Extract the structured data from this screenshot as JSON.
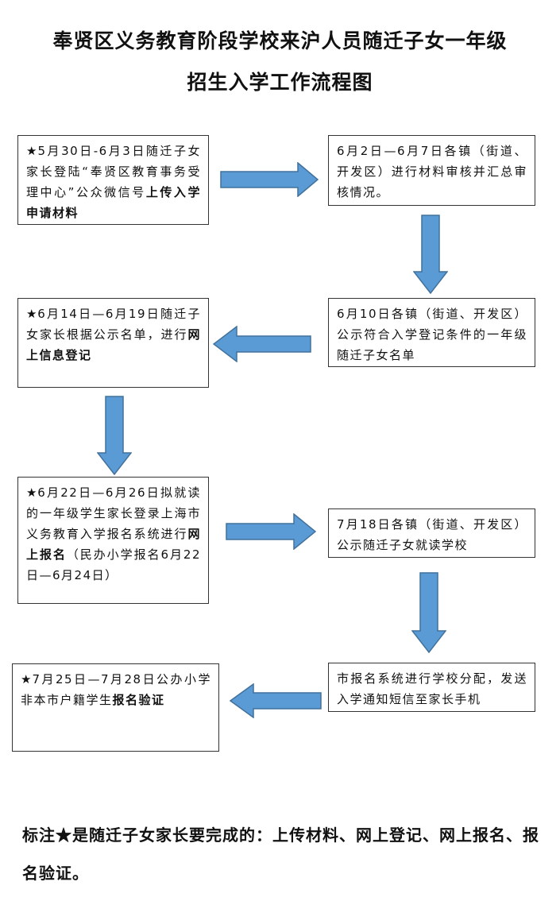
{
  "title": {
    "line1": "奉贤区义务教育阶段学校来沪人员随迁子女一年级",
    "line2": "招生入学工作流程图"
  },
  "steps": {
    "upload": {
      "star": "★",
      "text": "5月30日-6月3日随迁子女家长登陆“奉贤区教育事务受理中心”公众微信号",
      "bold": "上传入学申请材料"
    },
    "review": {
      "text": "6月2日—6月7日各镇（街道、开发区）进行材料审核并汇总审核情况。"
    },
    "publish": {
      "text": "6月10日各镇（街道、开发区）公示符合入学登记条件的一年级随迁子女名单"
    },
    "register": {
      "star": "★",
      "text": "6月14日—6月19日随迁子女家长根据公示名单，进行",
      "bold": "网上信息登记"
    },
    "signup": {
      "star": "★",
      "text": "6月22日—6月26日拟就读的一年级学生家长登录上海市义务教育入学报名系统进行",
      "bold": "网上报名",
      "tail": "（民办小学报名6月22日—6月24日）"
    },
    "school": {
      "text": "7月18日各镇（街道、开发区）公示随迁子女就读学校"
    },
    "notify": {
      "text": "市报名系统进行学校分配，发送入学通知短信至家长手机"
    },
    "verify": {
      "star": "★",
      "text": "7月25日—7月28日公办小学非本市户籍学生",
      "bold": "报名验证"
    }
  },
  "colors": {
    "arrow_fill": "#5b9bd5",
    "arrow_stroke": "#41719c",
    "box_border": "#333333"
  },
  "note": {
    "text": "标注★是随迁子女家长要完成的：上传材料、网上登记、网上报名、报名验证。"
  }
}
